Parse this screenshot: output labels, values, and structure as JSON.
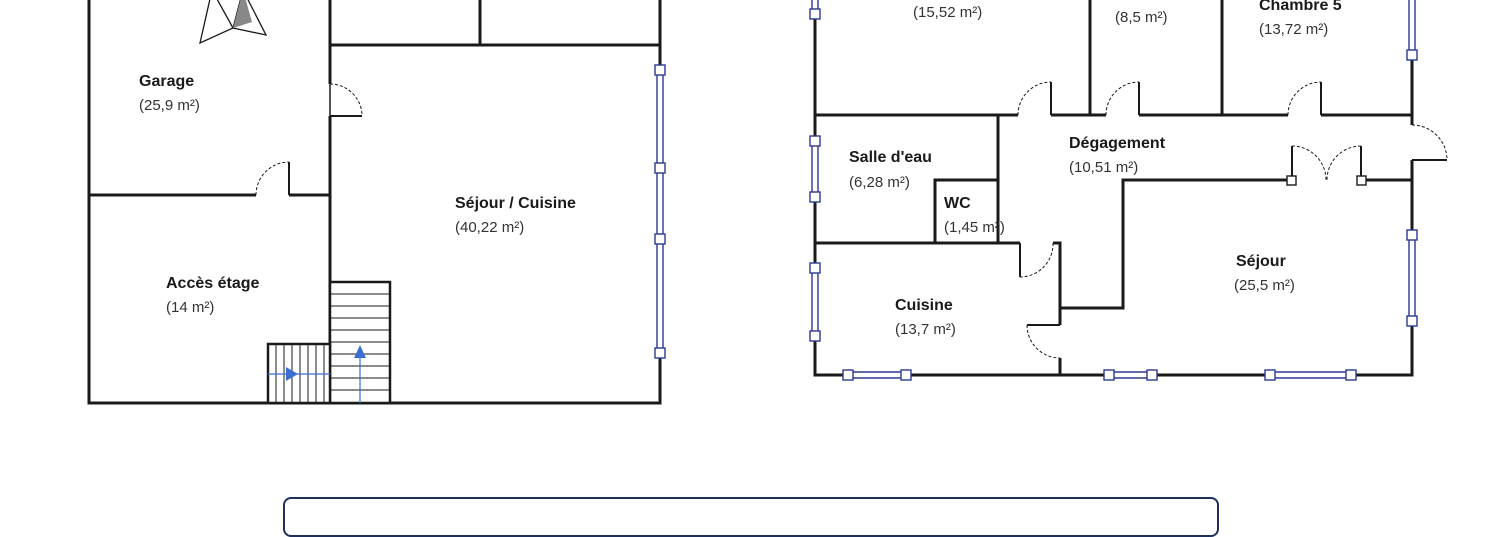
{
  "rooms": [
    {
      "id": "garage",
      "name": "Garage",
      "area": "(25,9 m²)"
    },
    {
      "id": "acces-etage",
      "name": "Accès étage",
      "area": "(14 m²)"
    },
    {
      "id": "sejour-cuisine",
      "name": "Séjour / Cuisine",
      "area": "(40,22 m²)"
    },
    {
      "id": "chambre-left",
      "name": "",
      "area": "(15,52 m²)"
    },
    {
      "id": "chambre-middle",
      "name": "",
      "area": "(8,5 m²)"
    },
    {
      "id": "chambre-5",
      "name": "Chambre 5",
      "area": "(13,72 m²)"
    },
    {
      "id": "salle-d-eau",
      "name": "Salle d'eau",
      "area": "(6,28 m²)"
    },
    {
      "id": "wc",
      "name": "WC",
      "area": "(1,45 m²)"
    },
    {
      "id": "degagement",
      "name": "Dégagement",
      "area": "(10,51 m²)"
    },
    {
      "id": "cuisine",
      "name": "Cuisine",
      "area": "(13,7 m²)"
    },
    {
      "id": "sejour",
      "name": "Séjour",
      "area": "(25,5 m²)"
    }
  ],
  "colors": {
    "wall": "#1a1a1a",
    "window": "#2b3990",
    "stair_arrow": "#3a6fd0",
    "panel_border": "#1f2f5c"
  }
}
